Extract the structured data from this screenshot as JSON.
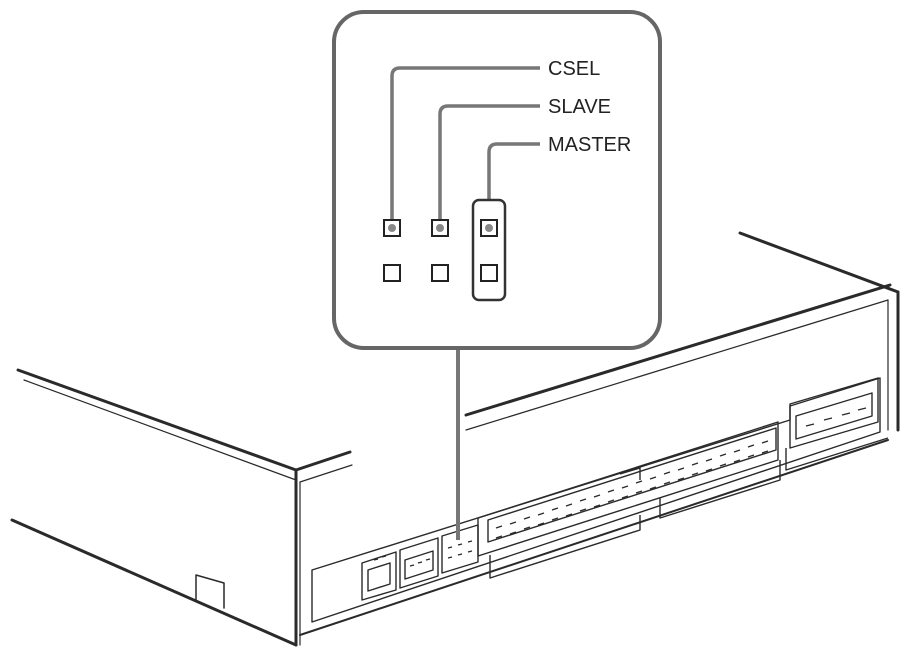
{
  "diagram": {
    "labels": {
      "csel": "CSEL",
      "slave": "SLAVE",
      "master": "MASTER"
    },
    "jumper_setting": "MASTER",
    "colors": {
      "line": "#2a2a2a",
      "leader": "#777777",
      "callout_stroke": "#666666",
      "pin_fill": "#888888",
      "background": "#ffffff"
    }
  }
}
